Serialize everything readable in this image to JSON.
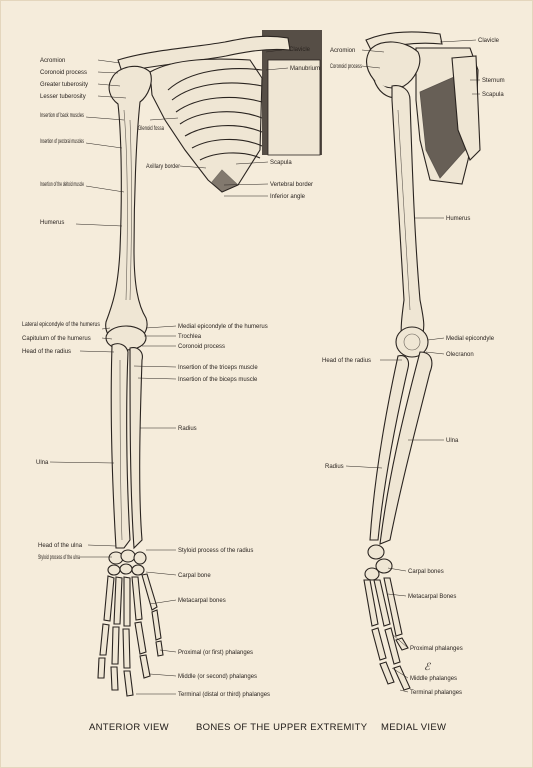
{
  "title": "BONES OF THE UPPER EXTREMITY",
  "view_left": "ANTERIOR VIEW",
  "view_right": "MEDIAL VIEW",
  "signature": "ℰ",
  "anterior_labels_left": [
    "Acromion",
    "Coronoid process",
    "Greater tuberosity",
    "Lesser tuberosity",
    "Insertion of back muscles",
    "Insertion of pectoral muscles",
    "Insertion of the deltoid muscle",
    "Humerus",
    "Lateral epicondyle of the humerus",
    "Capitulum of the humerus",
    "Head of the radius",
    "Ulna",
    "Head of the ulna",
    "Styloid process of the ulna"
  ],
  "anterior_labels_right": [
    "Clavicle",
    "Manubrium",
    "Glenoid fossa",
    "Axillary border",
    "Scapula",
    "Vertebral border",
    "Inferior angle",
    "Medial epicondyle of the humerus",
    "Trochlea",
    "Coronoid process",
    "Insertion of the triceps muscle",
    "Insertion of the biceps muscle",
    "Radius",
    "Styloid process of the radius",
    "Carpal bone",
    "Metacarpal bones",
    "Proximal (or first) phalanges",
    "Middle (or second) phalanges",
    "Terminal (distal or third) phalanges"
  ],
  "medial_labels_left": [
    "Acromion",
    "Coronoid process",
    "Head of the radius",
    "Radius"
  ],
  "medial_labels_right": [
    "Clavicle",
    "Sternum",
    "Scapula",
    "Humerus",
    "Medial epicondyle",
    "Olecranon",
    "Ulna",
    "Carpal bones",
    "Metacarpal Bones",
    "Proximal phalanges",
    "Middle phalanges",
    "Terminal phalanges"
  ]
}
